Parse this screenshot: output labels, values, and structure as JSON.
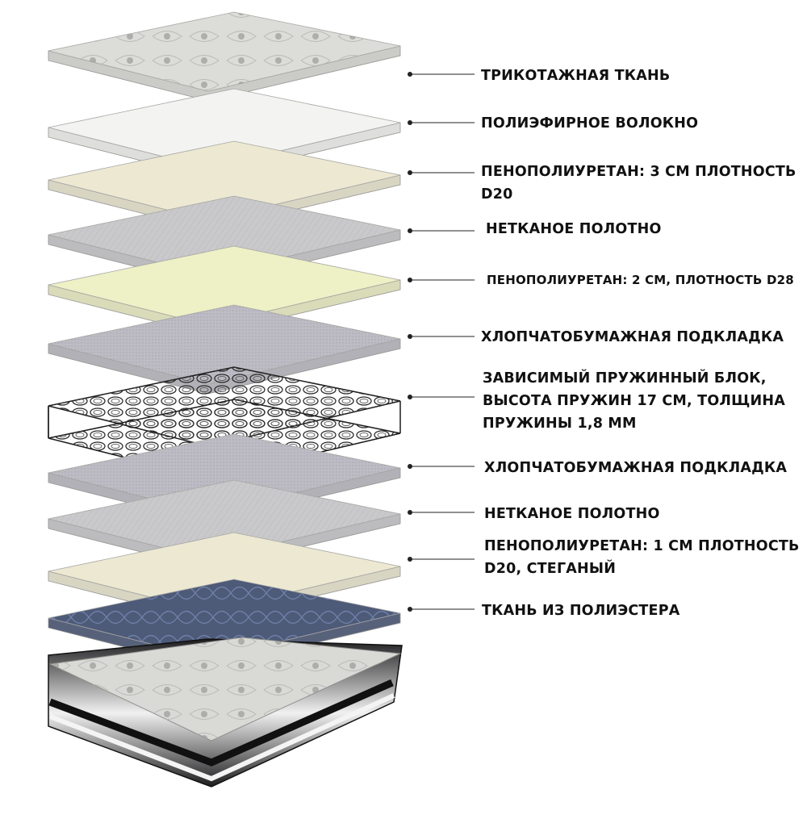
{
  "layers": [
    {
      "label": "ТРИКОТАЖНАЯ ТКАНЬ",
      "material": "knitted-fabric"
    },
    {
      "label": "ПОЛИЭФИРНОЕ ВОЛОКНО",
      "material": "polyester-fiber"
    },
    {
      "label": "ПЕНОПОЛИУРЕТАН: 3 СМ ПЛОТНОСТЬ\nD20",
      "material": "pu-foam"
    },
    {
      "label": "НЕТКАНОЕ ПОЛОТНО",
      "material": "nonwoven"
    },
    {
      "label": "ПЕНОПОЛИУРЕТАН: 2 СМ, ПЛОТНОСТЬ D28",
      "material": "pu-foam-dense"
    },
    {
      "label": "ХЛОПЧАТОБУМАЖНАЯ ПОДКЛАДКА",
      "material": "cotton-lining"
    },
    {
      "label": "ЗАВИСИМЫЙ ПРУЖИННЫЙ БЛОК,\nВЫСОТА ПРУЖИН 17 СМ, ТОЛЩИНА\nПРУЖИНЫ 1,8 ММ",
      "material": "spring-block"
    },
    {
      "label": "ХЛОПЧАТОБУМАЖНАЯ ПОДКЛАДКА",
      "material": "cotton-lining"
    },
    {
      "label": "НЕТКАНОЕ ПОЛОТНО",
      "material": "nonwoven"
    },
    {
      "label": "ПЕНОПОЛИУРЕТАН: 1 СМ ПЛОТНОСТЬ\nD20, СТЕГАНЫЙ",
      "material": "pu-foam"
    },
    {
      "label": "ТКАНЬ ИЗ ПОЛИЭСТЕРА",
      "material": "polyester-fabric"
    }
  ],
  "colors": {
    "knitted-fabric": "#dcdcd8",
    "polyester-fiber": "#f3f3f1",
    "pu-foam": "#ece8d2",
    "nonwoven": "#c9c9cb",
    "pu-foam-dense": "#eef0c6",
    "cotton-lining": "#bdbcc4",
    "spring-block": "#333333",
    "polyester-fabric": "#4d5a78",
    "leader-line": "#222222",
    "text": "#111111"
  }
}
